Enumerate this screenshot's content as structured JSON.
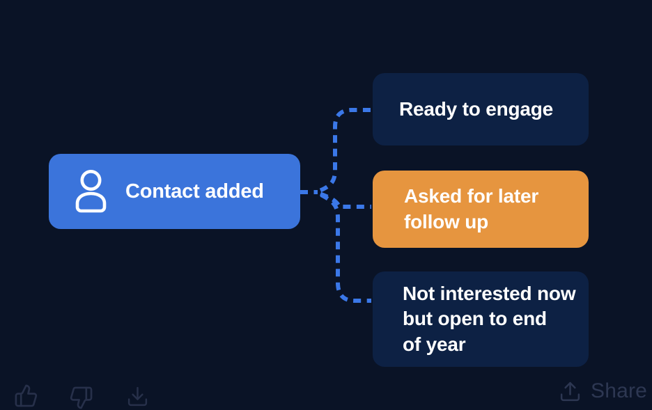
{
  "diagram": {
    "root": {
      "label": "Contact added",
      "icon": "person-icon",
      "color_role": "primary"
    },
    "branches": [
      {
        "label": "Ready to engage",
        "color_role": "default"
      },
      {
        "label": "Asked for later\nfollow up",
        "color_role": "highlight"
      },
      {
        "label": "Not interested now\nbut open to end\nof year",
        "color_role": "default"
      }
    ],
    "edges": [
      {
        "from": "Contact added",
        "to": "Ready to engage",
        "style": "dashed"
      },
      {
        "from": "Contact added",
        "to": "Asked for later follow up",
        "style": "dashed"
      },
      {
        "from": "Contact added",
        "to": "Not interested now but open to end of year",
        "style": "dashed"
      }
    ]
  },
  "toolbar": {
    "feedback_icons": [
      "thumbs-up-icon",
      "thumbs-down-icon",
      "download-icon"
    ],
    "share_icon": "upload-icon",
    "share_label": "Share"
  },
  "colors": {
    "background": "#0a1326",
    "node_default": "#0d2144",
    "node_primary": "#3b74db",
    "node_highlight": "#e6953f",
    "connector": "#3b78e8",
    "node_text": "#ffffff",
    "toolbar_icon": "#27304a",
    "share_color": "#2d3752"
  }
}
